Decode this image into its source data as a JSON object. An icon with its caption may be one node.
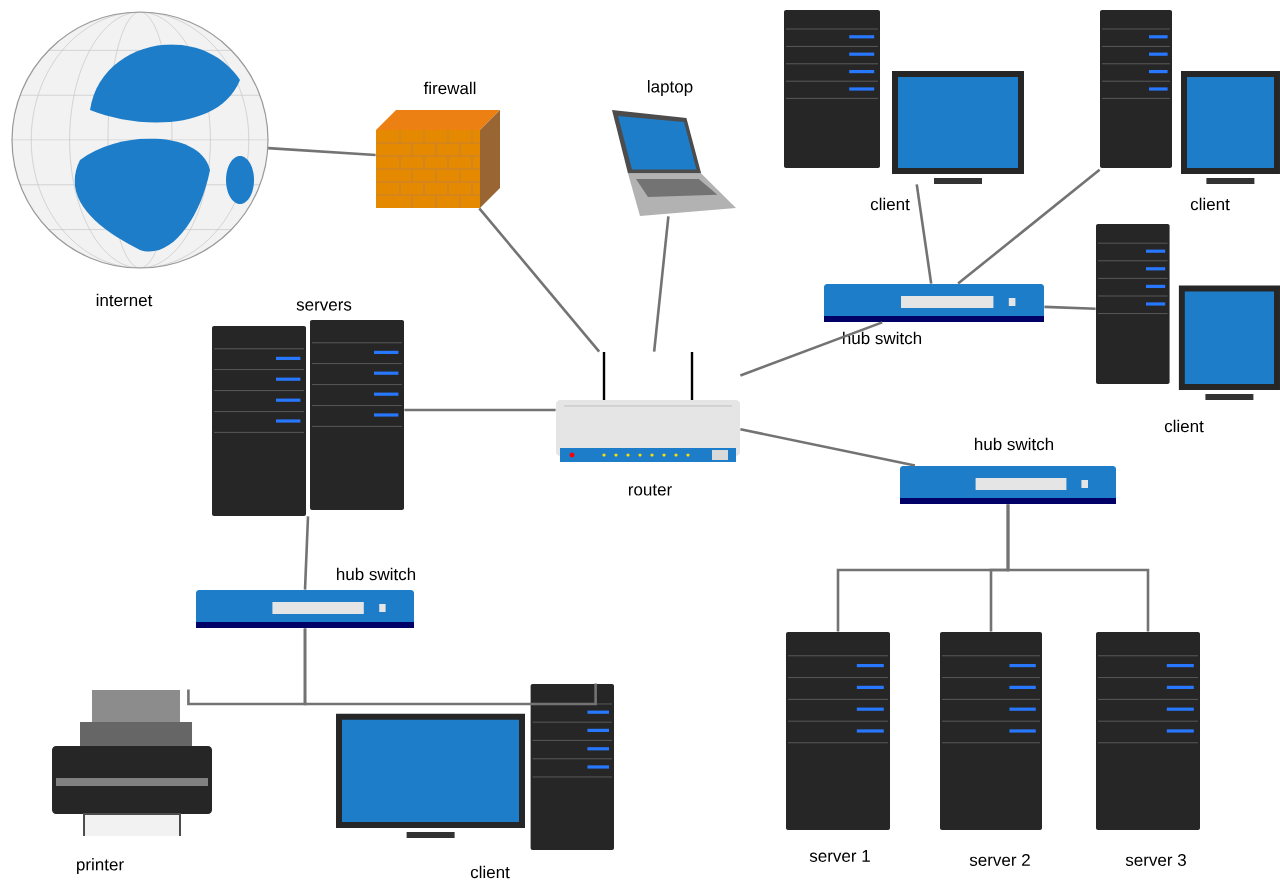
{
  "diagram": {
    "nodes": [
      {
        "text": [],
        "shape": "picture",
        "beside": [
          "internet"
        ]
      },
      {
        "text": [],
        "shape": "picture",
        "beside": [
          "firewall"
        ]
      },
      {
        "text": [],
        "shape": "picture",
        "beside": [
          "laptop"
        ]
      },
      {
        "text": [],
        "shape": "picture",
        "beside": [
          "client"
        ]
      },
      {
        "text": [],
        "shape": "picture",
        "beside": [
          "client"
        ]
      },
      {
        "text": [],
        "shape": "picture",
        "beside": [
          "servers"
        ]
      },
      {
        "text": [],
        "shape": "picture",
        "beside": [
          "router"
        ]
      },
      {
        "text": [],
        "shape": "picture",
        "beside": [
          "hub switch"
        ]
      },
      {
        "text": [],
        "shape": "picture",
        "beside": [
          "client"
        ]
      },
      {
        "text": [],
        "shape": "picture",
        "beside": [
          "hub switch"
        ]
      },
      {
        "text": [],
        "shape": "picture",
        "beside": [
          "hub switch"
        ]
      },
      {
        "text": [],
        "shape": "picture",
        "beside": [
          "printer"
        ]
      },
      {
        "text": [],
        "shape": "picture",
        "beside": [
          "client"
        ]
      },
      {
        "text": [],
        "shape": "picture",
        "beside": [
          "server 1"
        ]
      },
      {
        "text": [],
        "shape": "picture",
        "beside": [
          "server 2"
        ]
      },
      {
        "text": [],
        "shape": "picture",
        "beside": [
          "server 3"
        ]
      }
    ],
    "edges": [
      {
        "from": 0,
        "to": 1,
        "arrow": "none"
      },
      {
        "from": 1,
        "to": 6,
        "arrow": "none"
      },
      {
        "from": 2,
        "to": 6,
        "arrow": "none"
      },
      {
        "from": 5,
        "to": 6,
        "arrow": "none"
      },
      {
        "from": 6,
        "to": 7,
        "arrow": "none"
      },
      {
        "from": 7,
        "to": 3,
        "arrow": "none"
      },
      {
        "from": 7,
        "to": 4,
        "arrow": "none"
      },
      {
        "from": 7,
        "to": 8,
        "arrow": "none"
      },
      {
        "from": 6,
        "to": 9,
        "arrow": "none"
      },
      {
        "from": 5,
        "to": 10,
        "arrow": "none"
      },
      {
        "from": 10,
        "to": 11,
        "arrow": "none"
      },
      {
        "from": 10,
        "to": 12,
        "arrow": "none"
      },
      {
        "from": 9,
        "to": 13,
        "arrow": "none"
      },
      {
        "from": 9,
        "to": 14,
        "arrow": "none"
      },
      {
        "from": 9,
        "to": 15,
        "arrow": "none"
      }
    ]
  }
}
